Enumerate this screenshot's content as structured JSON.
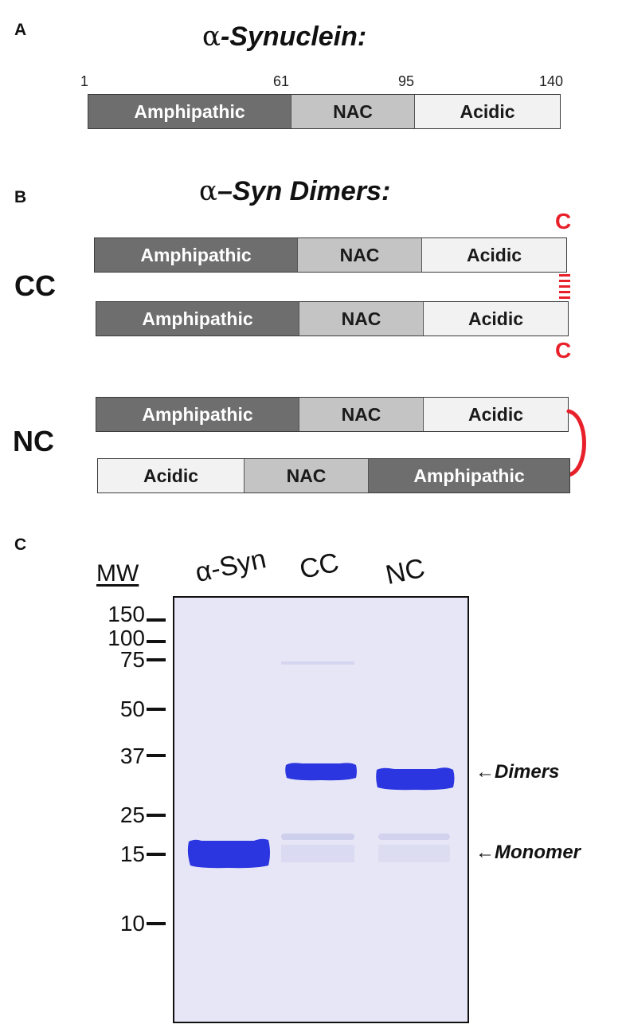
{
  "panelA": {
    "label": "A",
    "title_alpha": "α",
    "title_text": "-Synuclein:",
    "positions": [
      "1",
      "61",
      "95",
      "140"
    ],
    "segments": [
      "Amphipathic",
      "NAC",
      "Acidic"
    ]
  },
  "panelB": {
    "label": "B",
    "title_alpha": "α",
    "title_text": "–Syn Dimers:",
    "cc": {
      "label": "CC",
      "top_segments": [
        "Amphipathic",
        "NAC",
        "Acidic"
      ],
      "bottom_segments": [
        "Amphipathic",
        "NAC",
        "Acidic"
      ],
      "cys_top": "C",
      "cys_bottom": "C"
    },
    "nc": {
      "label": "NC",
      "top_segments": [
        "Amphipathic",
        "NAC",
        "Acidic"
      ],
      "bottom_segments": [
        "Acidic",
        "NAC",
        "Amphipathic"
      ]
    }
  },
  "panelC": {
    "label": "C",
    "mw_header": "MW",
    "lanes": [
      "α-Syn",
      "CC",
      "NC"
    ],
    "markers": [
      "150",
      "100",
      "75",
      "50",
      "37",
      "25",
      "15",
      "10"
    ],
    "annotations": [
      "←Dimers",
      "←Monomer"
    ]
  },
  "colors": {
    "amphipathic": "#6e6e6e",
    "nac": "#c4c4c4",
    "acidic": "#f2f2f2",
    "crosslink": "#e8202a",
    "gel_background": "#e6e6f6",
    "band": "#2b35e0"
  }
}
